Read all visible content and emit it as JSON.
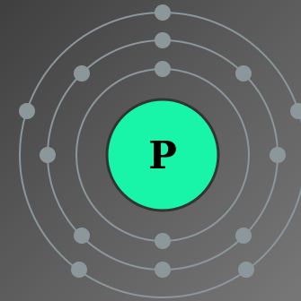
{
  "element": {
    "symbol": "P"
  },
  "colors": {
    "background_dark": "#3f3f3f",
    "background_light": "#777777",
    "orbit": "#8a979c",
    "electron": "#8c979b",
    "nucleus": "#19f5a8",
    "nucleus_border": "#333333"
  },
  "shells": [
    {
      "electrons": 2
    },
    {
      "electrons": 8
    },
    {
      "electrons": 5
    }
  ]
}
